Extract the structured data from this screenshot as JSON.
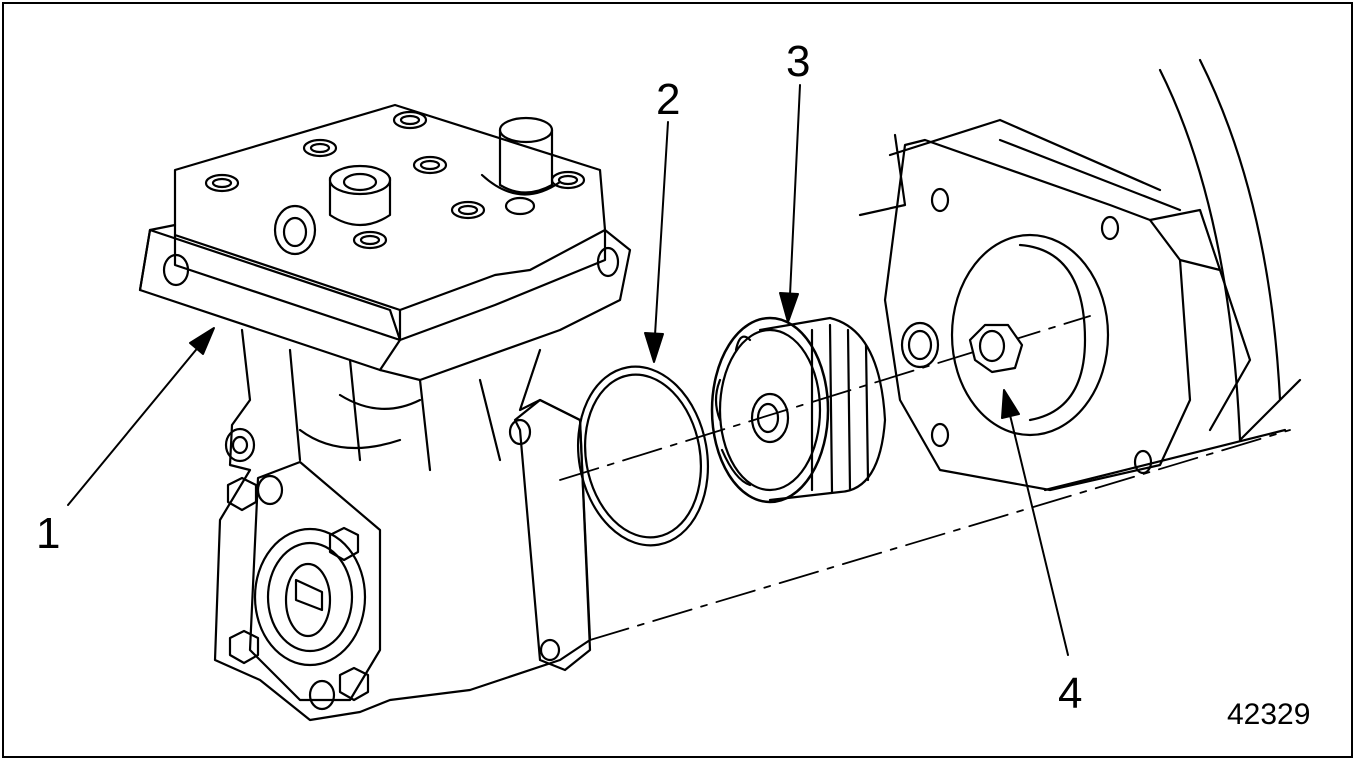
{
  "callouts": {
    "c1": "1",
    "c2": "2",
    "c3": "3",
    "c4": "4"
  },
  "figure_number": "42329",
  "colors": {
    "line": "#000000",
    "background": "#ffffff"
  }
}
